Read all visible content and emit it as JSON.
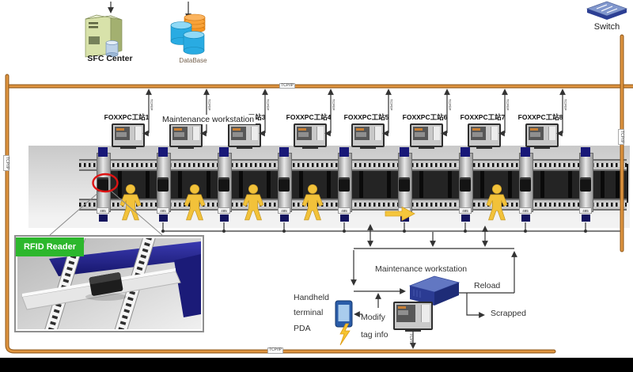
{
  "header": {
    "sfc_center_label": "SFC Center",
    "database_label": "DataBase",
    "switch_label": "Switch"
  },
  "network": {
    "protocol": "TCP/IP",
    "serial_port": "485"
  },
  "stations": {
    "maintenance_overlay": "Maintenance workstation",
    "items": [
      {
        "label": "FOXXPC工站1"
      },
      {
        "label": ""
      },
      {
        "label": "FOXXPC工站3"
      },
      {
        "label": "FOXXPC工站4"
      },
      {
        "label": "FOXXPC工站5"
      },
      {
        "label": "FOXXPC工站6"
      },
      {
        "label": "FOXXPC工站7"
      },
      {
        "label": "FOXXPC工站8"
      }
    ]
  },
  "rfid_inset": {
    "label": "RFID Reader"
  },
  "repair": {
    "title": "Maintenance workstation",
    "handheld_label": "Handheld\nterminal\nPDA",
    "modify_label": "Modify\ntag info",
    "reload_label": "Reload",
    "scrapped_label": "Scrapped"
  },
  "colors": {
    "bus_orange": "#c97a2b",
    "rfid_tag_green": "#2cb72c",
    "highlight_red": "#de1414",
    "worker_yellow": "#f2c23a"
  }
}
